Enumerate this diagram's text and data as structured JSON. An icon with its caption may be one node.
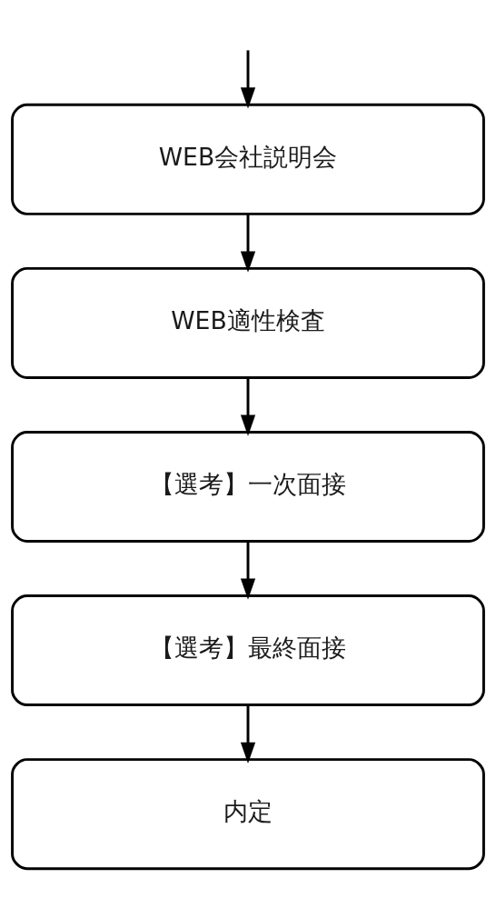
{
  "diagram": {
    "nodes": [
      {
        "text": [
          "WEB会社説明会"
        ]
      },
      {
        "text": [
          "WEB適性検査"
        ]
      },
      {
        "text": [
          "【選考】一次面接"
        ]
      },
      {
        "text": [
          "【選考】最終面接"
        ]
      },
      {
        "text": [
          "内定"
        ]
      }
    ],
    "edges": [
      {
        "from": null,
        "to": 0,
        "arrow": "to"
      },
      {
        "from": 0,
        "to": 1,
        "arrow": "to"
      },
      {
        "from": 1,
        "to": 2,
        "arrow": "to"
      },
      {
        "from": 2,
        "to": 3,
        "arrow": "to"
      },
      {
        "from": 3,
        "to": 4,
        "arrow": "to"
      }
    ]
  }
}
